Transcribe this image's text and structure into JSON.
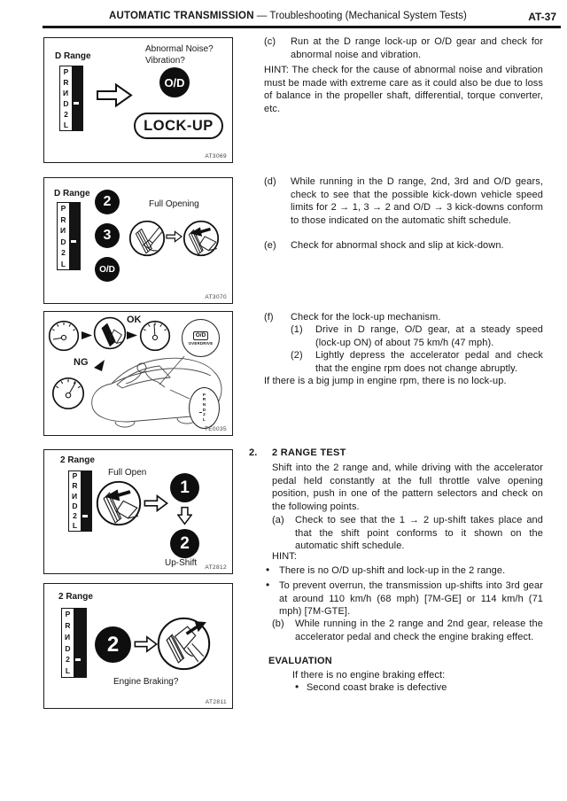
{
  "header": {
    "title": "AUTOMATIC TRANSMISSION",
    "subtitle": "—  Troubleshooting (Mechanical System Tests)",
    "page_number": "AT-37"
  },
  "gate_letters": [
    "P",
    "R",
    "N",
    "D",
    "2",
    "L"
  ],
  "figures": {
    "fig1": {
      "range_label": "D Range",
      "line1": "Abnormal Noise?",
      "line2": "Vibration?",
      "od_badge": "O/D",
      "lockup": "LOCK-UP",
      "id": "AT3069"
    },
    "fig2": {
      "range_label": "D Range",
      "badge2": "2",
      "badge3": "3",
      "badge_od": "O/D",
      "caption": "Full Opening",
      "id": "AT3070"
    },
    "fig3": {
      "ok": "OK",
      "ng": "NG",
      "od_box": "O/D",
      "overdrive": "OVERDRIVE",
      "id": "TE0035"
    },
    "fig4": {
      "range_label": "2 Range",
      "caption": "Full Open",
      "badge1": "1",
      "badge2": "2",
      "upshift": "Up-Shift",
      "id": "AT2812"
    },
    "fig5": {
      "range_label": "2 Range",
      "badge2": "2",
      "caption": "Engine Braking?",
      "id": "AT2811"
    }
  },
  "text": {
    "bullet_marker": "•",
    "item_c": {
      "label": "(c)",
      "body": "Run at the D range lock-up or O/D gear and check for abnormal noise and vibration."
    },
    "hint_c": "HINT:  The check for the cause of abnormal noise and vibration must be made with extreme care as it could also be due to loss of balance in the propeller shaft, differential, torque converter, etc.",
    "item_d": {
      "label": "(d)",
      "body": "While running in the D range, 2nd, 3rd and O/D gears, check to see that the possible kick-down vehicle speed limits for 2 → 1, 3 → 2 and O/D → 3 kick-downs conform to those indicated on the automatic shift schedule."
    },
    "item_e": {
      "label": "(e)",
      "body": "Check for abnormal shock and slip at kick-down."
    },
    "item_f": {
      "label": "(f)",
      "body": "Check for the lock-up mechanism."
    },
    "item_f1": {
      "label": "(1)",
      "body": "Drive in D range, O/D gear, at a steady speed (lock-up ON) of about 75 km/h (47 mph)."
    },
    "item_f2": {
      "label": "(2)",
      "body": "Lightly depress the accelerator pedal and check that the engine rpm does not change abruptly."
    },
    "para_f": "If there is a big jump in engine rpm, there is no lock-up.",
    "section2": {
      "number": "2.",
      "heading": "2 RANGE TEST",
      "intro": "Shift into the 2 range and, while driving with the accelerator pedal held constantly at the full throttle valve opening position, push in one of the pattern selectors and check on the following points.",
      "item_a": {
        "label": "(a)",
        "body": "Check to see that the 1 → 2 up-shift takes place and that the shift point conforms to it shown on the automatic shift schedule."
      },
      "hint_label": "HINT:",
      "bullet1": "There is no O/D up-shift and lock-up in the 2 range.",
      "bullet2": "To prevent overrun, the transmission up-shifts into 3rd gear at around 110 km/h (68 mph) [7M-GE] or 114 km/h (71 mph) [7M-GTE].",
      "item_b": {
        "label": "(b)",
        "body": "While running in the 2 range and 2nd gear, release the accelerator pedal and check the engine braking effect."
      },
      "evaluation_heading": "EVALUATION",
      "evaluation_intro": "If there is no engine braking effect:",
      "evaluation_bullet": "Second coast brake is defective"
    }
  }
}
